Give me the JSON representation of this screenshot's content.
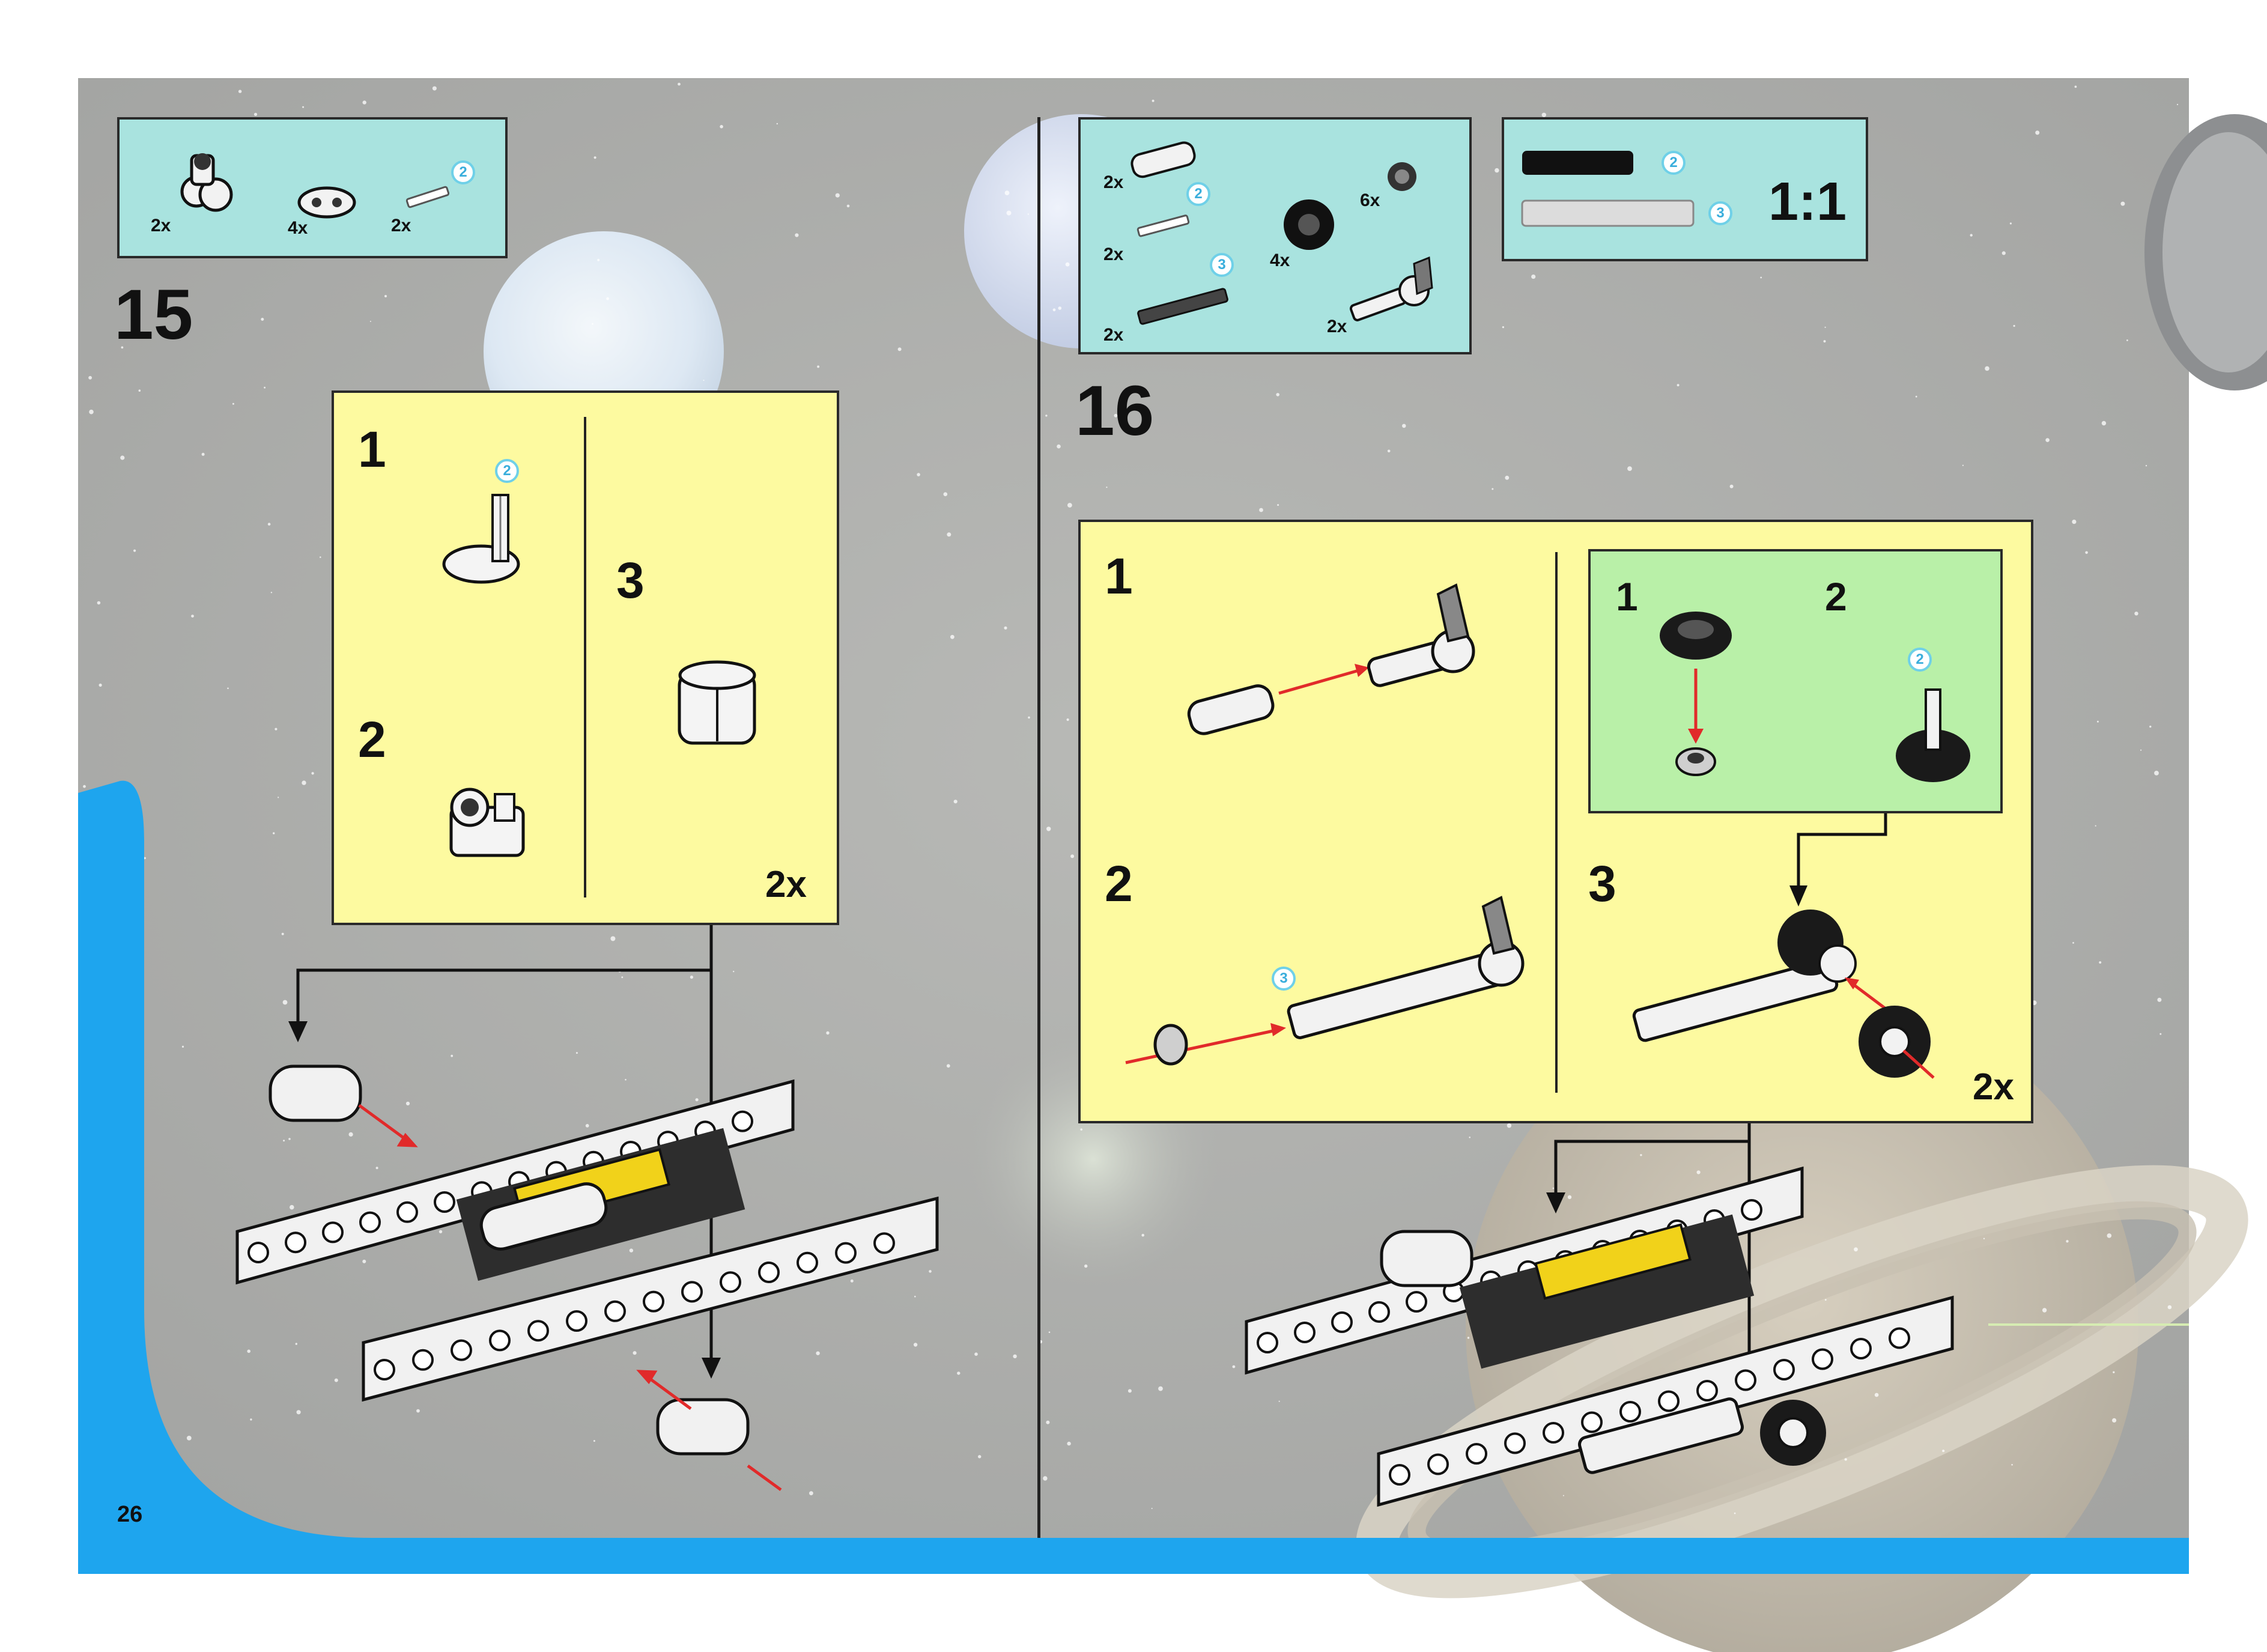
{
  "page_number": "26",
  "step15": {
    "number": "15",
    "parts": [
      {
        "qty": "2x",
        "icon": "double-pin-connector-icon"
      },
      {
        "qty": "4x",
        "icon": "half-beam-liftarm-icon"
      },
      {
        "qty": "2x",
        "icon": "axle-2-icon",
        "callout": "2"
      }
    ],
    "substeps": [
      {
        "label": "1",
        "callout": "2"
      },
      {
        "label": "2"
      },
      {
        "label": "3"
      }
    ],
    "multiplier": "2x"
  },
  "step16": {
    "number": "16",
    "parts": [
      {
        "qty": "2x",
        "icon": "bush-axle-extension-icon"
      },
      {
        "qty": "2x",
        "icon": "axle-2-icon",
        "callout": "2"
      },
      {
        "qty": "2x",
        "icon": "axle-3-icon",
        "callout": "3"
      },
      {
        "qty": "4x",
        "icon": "tyre-icon"
      },
      {
        "qty": "6x",
        "icon": "wheel-hub-icon"
      },
      {
        "qty": "2x",
        "icon": "steering-knuckle-icon"
      }
    ],
    "scale": {
      "label": "1:1",
      "items": [
        {
          "callout": "2",
          "icon": "axle-2-scale-icon"
        },
        {
          "callout": "3",
          "icon": "axle-3-scale-icon"
        }
      ]
    },
    "substeps": [
      {
        "label": "1"
      },
      {
        "label": "2",
        "callout": "3"
      },
      {
        "label": "3"
      }
    ],
    "inner_substeps": [
      {
        "label": "1"
      },
      {
        "label": "2",
        "callout": "2"
      }
    ],
    "multiplier": "2x"
  },
  "colors": {
    "parts_box": "#a9e3df",
    "substep_box": "#fdfaa0",
    "inner_box": "#b9f0a8",
    "frame_blue": "#1ea5ee",
    "arrow_red": "#e12a2a"
  }
}
